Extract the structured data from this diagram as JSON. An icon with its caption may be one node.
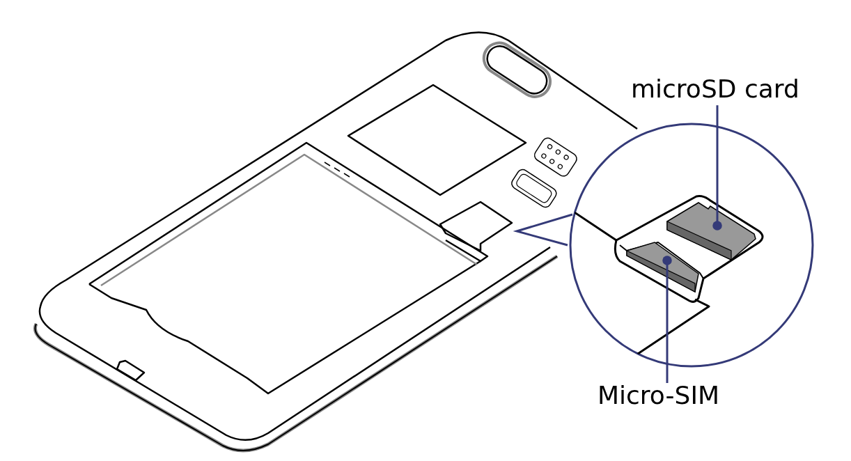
{
  "diagram": {
    "nodes": [
      {
        "text": [
          "microSD card"
        ]
      },
      {
        "text": [
          "Micro-SIM"
        ]
      },
      {
        "text": [],
        "shape": "picture"
      },
      {
        "text": [],
        "shape": "picture"
      }
    ],
    "edges": [
      {
        "from": 0,
        "to": 2,
        "arrow": "other"
      },
      {
        "from": 1,
        "to": 3,
        "arrow": "other"
      }
    ]
  }
}
